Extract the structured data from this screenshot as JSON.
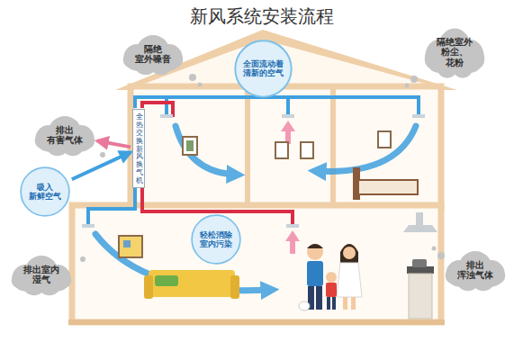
{
  "diagram": {
    "title": "新风系统安装流程",
    "nodes": [
      {
        "text": [
          "隔绝 室外噪音"
        ]
      },
      {
        "text": [
          "全面流动着 清新的空气"
        ]
      },
      {
        "text": [
          "隔绝室外 粉尘、花粉"
        ]
      },
      {
        "text": [
          "排出 有害气体"
        ]
      },
      {
        "text": [
          "全热交换新风换气机"
        ]
      },
      {
        "text": [
          "吸入 新鲜空气"
        ]
      },
      {
        "text": [
          "轻松消除 室内污染"
        ]
      },
      {
        "text": [
          "排出室内 湿气"
        ]
      },
      {
        "text": [
          "排出 浑浊气体"
        ]
      }
    ],
    "edges": [
      {
        "from": 4,
        "to": 3,
        "arrow": "to"
      },
      {
        "from": 5,
        "to": 4,
        "arrow": "to"
      }
    ]
  }
}
